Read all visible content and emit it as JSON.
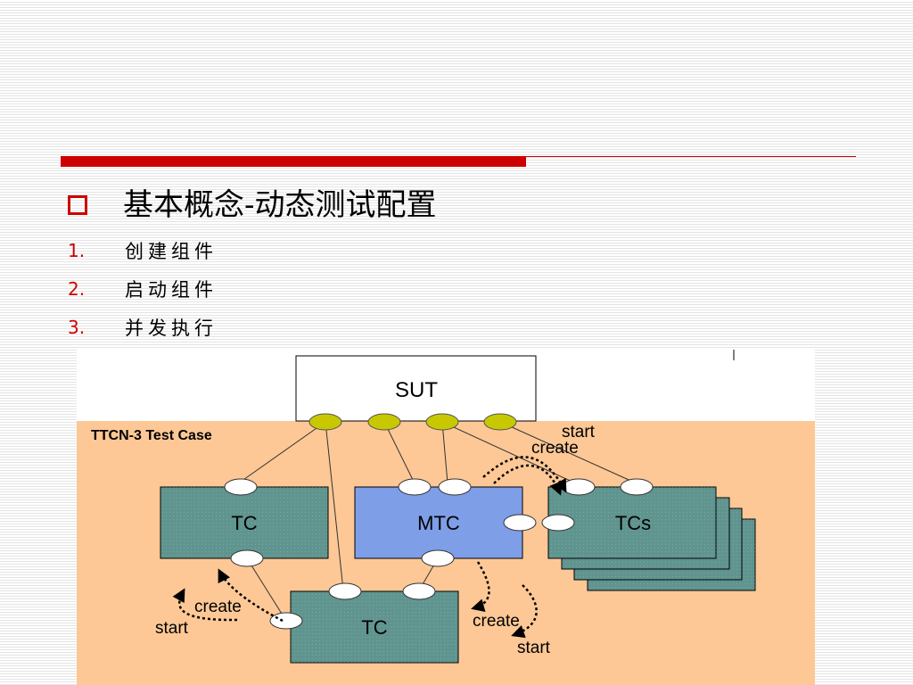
{
  "slide": {
    "heading": "基本概念-动态测试配置",
    "list": [
      {
        "num": "1.",
        "text": "创建组件"
      },
      {
        "num": "2.",
        "text": "启动组件"
      },
      {
        "num": "3.",
        "text": "并发执行"
      }
    ]
  },
  "diagram": {
    "sut_label": "SUT",
    "test_case_label": "TTCN-3 Test Case",
    "tc_left_label": "TC",
    "mtc_label": "MTC",
    "tcs_label": "TCs",
    "tc_bottom_label": "TC",
    "arrow_labels": {
      "start_top": "start",
      "create_top": "create",
      "create_left": "create",
      "start_left": "start",
      "create_bottom": "create",
      "start_bottom": "start"
    },
    "colors": {
      "test_case_area": "#fdc896",
      "tc_fill": "#5f948f",
      "mtc_fill": "#7f9ee8",
      "port_sut": "#c8c800",
      "heading_accent": "#cc0000"
    }
  }
}
